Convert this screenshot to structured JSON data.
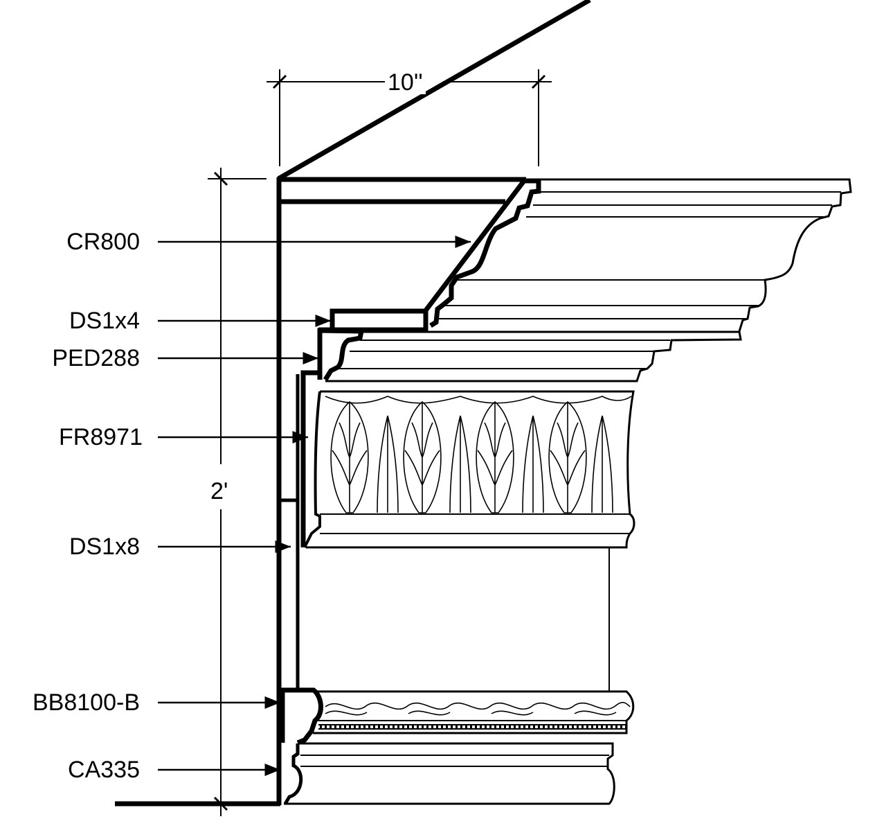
{
  "dimensions": {
    "width_label": "10''",
    "height_label": "2'"
  },
  "callouts": [
    "CR800",
    "DS1x4",
    "PED288",
    "FR8971",
    "DS1x8",
    "BB8100-B",
    "CA335"
  ],
  "colors": {
    "line": "#000000",
    "background": "#ffffff"
  }
}
